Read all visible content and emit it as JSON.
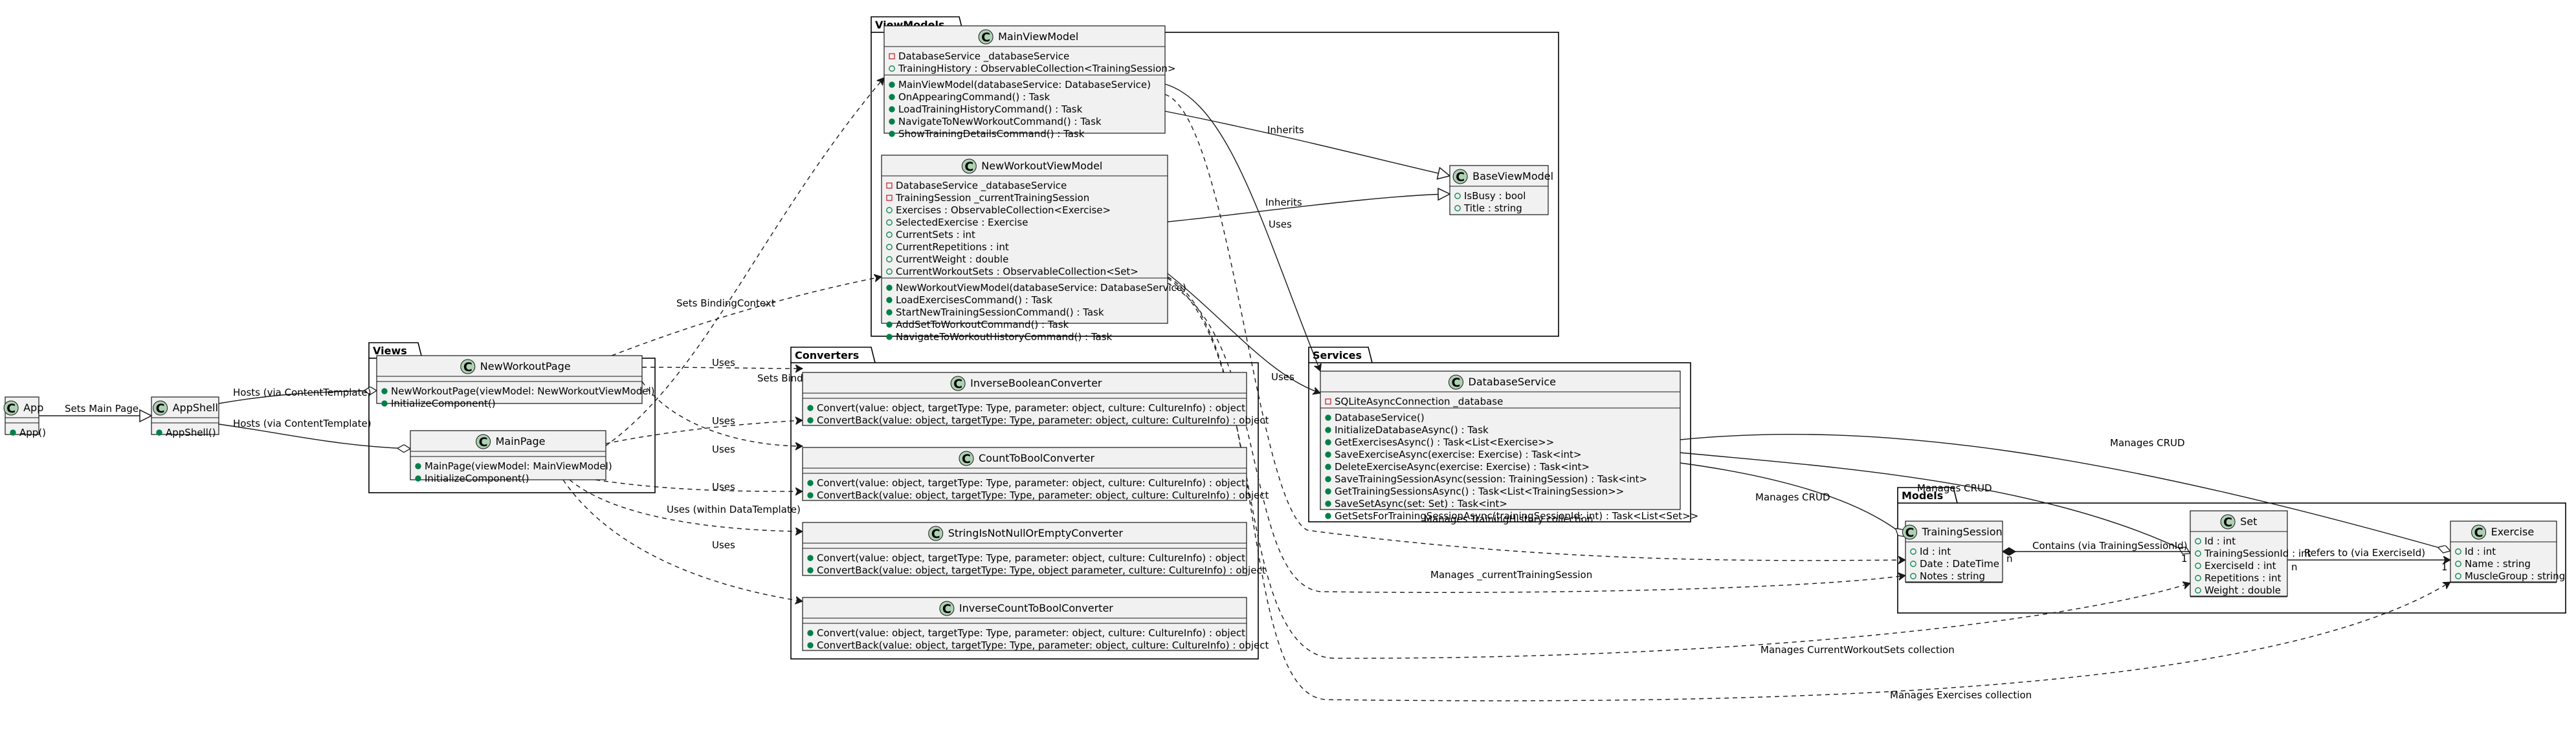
{
  "packages": [
    {
      "id": "viewmodels",
      "name": "ViewModels"
    },
    {
      "id": "views",
      "name": "Views"
    },
    {
      "id": "converters",
      "name": "Converters"
    },
    {
      "id": "services",
      "name": "Services"
    },
    {
      "id": "models",
      "name": "Models"
    }
  ],
  "classes": [
    {
      "id": "App",
      "name": "App",
      "fields": [],
      "methods": [
        "App()"
      ]
    },
    {
      "id": "AppShell",
      "name": "AppShell",
      "fields": [],
      "methods": [
        "AppShell()"
      ]
    },
    {
      "id": "NewWorkoutPage",
      "name": "NewWorkoutPage",
      "fields": [],
      "methods": [
        "NewWorkoutPage(viewModel: NewWorkoutViewModel)",
        "InitializeComponent()"
      ]
    },
    {
      "id": "MainPage",
      "name": "MainPage",
      "fields": [],
      "methods": [
        "MainPage(viewModel: MainViewModel)",
        "InitializeComponent()"
      ]
    },
    {
      "id": "MainViewModel",
      "name": "MainViewModel",
      "fields": [
        "DatabaseService _databaseService",
        "TrainingHistory : ObservableCollection<TrainingSession>"
      ],
      "field_vis": [
        "private",
        "public"
      ],
      "methods": [
        "MainViewModel(databaseService: DatabaseService)",
        "OnAppearingCommand() : Task",
        "LoadTrainingHistoryCommand() : Task",
        "NavigateToNewWorkoutCommand() : Task",
        "ShowTrainingDetailsCommand() : Task"
      ]
    },
    {
      "id": "NewWorkoutViewModel",
      "name": "NewWorkoutViewModel",
      "fields": [
        "DatabaseService _databaseService",
        "TrainingSession _currentTrainingSession",
        "Exercises : ObservableCollection<Exercise>",
        "SelectedExercise : Exercise",
        "CurrentSets : int",
        "CurrentRepetitions : int",
        "CurrentWeight : double",
        "CurrentWorkoutSets : ObservableCollection<Set>"
      ],
      "field_vis": [
        "private",
        "private",
        "public",
        "public",
        "public",
        "public",
        "public",
        "public"
      ],
      "methods": [
        "NewWorkoutViewModel(databaseService: DatabaseService)",
        "LoadExercisesCommand() : Task",
        "StartNewTrainingSessionCommand() : Task",
        "AddSetToWorkoutCommand() : Task",
        "NavigateToWorkoutHistoryCommand() : Task"
      ]
    },
    {
      "id": "BaseViewModel",
      "name": "BaseViewModel",
      "fields": [
        "IsBusy : bool",
        "Title : string"
      ],
      "field_vis": [
        "public",
        "public"
      ],
      "methods": []
    },
    {
      "id": "InverseBooleanConverter",
      "name": "InverseBooleanConverter",
      "fields": [],
      "methods": [
        "Convert(value: object, targetType: Type, parameter: object, culture: CultureInfo) : object",
        "ConvertBack(value: object, targetType: Type, parameter: object, culture: CultureInfo) : object"
      ]
    },
    {
      "id": "CountToBoolConverter",
      "name": "CountToBoolConverter",
      "fields": [],
      "methods": [
        "Convert(value: object, targetType: Type, parameter: object, culture: CultureInfo) : object",
        "ConvertBack(value: object, targetType: Type, parameter: object, culture: CultureInfo) : object"
      ]
    },
    {
      "id": "StringIsNotNullOrEmptyConverter",
      "name": "StringIsNotNullOrEmptyConverter",
      "fields": [],
      "methods": [
        "Convert(value: object, targetType: Type, parameter: object, culture: CultureInfo) : object",
        "ConvertBack(value: object, targetType: Type, object parameter, culture: CultureInfo) : object"
      ]
    },
    {
      "id": "InverseCountToBoolConverter",
      "name": "InverseCountToBoolConverter",
      "fields": [],
      "methods": [
        "Convert(value: object, targetType: Type, parameter: object, culture: CultureInfo) : object",
        "ConvertBack(value: object, targetType: Type, parameter: object, culture: CultureInfo) : object"
      ]
    },
    {
      "id": "DatabaseService",
      "name": "DatabaseService",
      "fields": [
        "SQLiteAsyncConnection _database"
      ],
      "field_vis": [
        "private"
      ],
      "methods": [
        "DatabaseService()",
        "InitializeDatabaseAsync() : Task",
        "GetExercisesAsync() : Task<List<Exercise>>",
        "SaveExerciseAsync(exercise: Exercise) : Task<int>",
        "DeleteExerciseAsync(exercise: Exercise) : Task<int>",
        "SaveTrainingSessionAsync(session: TrainingSession) : Task<int>",
        "GetTrainingSessionsAsync() : Task<List<TrainingSession>>",
        "SaveSetAsync(set: Set) : Task<int>",
        "GetSetsForTrainingSessionAsync(trainingSessionId: int) : Task<List<Set>>"
      ]
    },
    {
      "id": "TrainingSession",
      "name": "TrainingSession",
      "fields": [
        "Id : int",
        "Date : DateTime",
        "Notes : string"
      ],
      "field_vis": [
        "public",
        "public",
        "public"
      ],
      "methods": []
    },
    {
      "id": "Set",
      "name": "Set",
      "fields": [
        "Id : int",
        "TrainingSessionId : int",
        "ExerciseId : int",
        "Repetitions : int",
        "Weight : double"
      ],
      "field_vis": [
        "public",
        "public",
        "public",
        "public",
        "public"
      ],
      "methods": []
    },
    {
      "id": "Exercise",
      "name": "Exercise",
      "fields": [
        "Id : int",
        "Name : string",
        "MuscleGroup : string"
      ],
      "field_vis": [
        "public",
        "public",
        "public"
      ],
      "methods": []
    }
  ],
  "relations": [
    {
      "id": "r1",
      "label": "Sets Main Page",
      "from": "App",
      "to": "AppShell",
      "kind": "inheritance"
    },
    {
      "id": "r2",
      "label": "Hosts (via ContentTemplate)",
      "from": "AppShell",
      "to": "NewWorkoutPage",
      "kind": "aggregation"
    },
    {
      "id": "r3",
      "label": "Hosts (via ContentTemplate)",
      "from": "AppShell",
      "to": "MainPage",
      "kind": "aggregation"
    },
    {
      "id": "r4",
      "label": "Sets BindingContext",
      "from": "NewWorkoutPage",
      "to": "NewWorkoutViewModel",
      "kind": "dependency"
    },
    {
      "id": "r5",
      "label": "Sets BindingContext",
      "from": "MainPage",
      "to": "MainViewModel",
      "kind": "dependency"
    },
    {
      "id": "r6",
      "label": "Uses",
      "from": "NewWorkoutPage",
      "to": "InverseBooleanConverter",
      "kind": "dependency"
    },
    {
      "id": "r7",
      "label": "Uses",
      "from": "NewWorkoutPage",
      "to": "CountToBoolConverter",
      "kind": "dependency"
    },
    {
      "id": "r8",
      "label": "Uses",
      "from": "MainPage",
      "to": "InverseBooleanConverter",
      "kind": "dependency"
    },
    {
      "id": "r9",
      "label": "Uses",
      "from": "MainPage",
      "to": "CountToBoolConverter",
      "kind": "dependency"
    },
    {
      "id": "r10",
      "label": "Uses (within DataTemplate)",
      "from": "MainPage",
      "to": "StringIsNotNullOrEmptyConverter",
      "kind": "dependency"
    },
    {
      "id": "r11",
      "label": "Uses",
      "from": "MainPage",
      "to": "InverseCountToBoolConverter",
      "kind": "dependency"
    },
    {
      "id": "r12",
      "label": "Inherits",
      "from": "MainViewModel",
      "to": "BaseViewModel",
      "kind": "inheritance"
    },
    {
      "id": "r13",
      "label": "Inherits",
      "from": "NewWorkoutViewModel",
      "to": "BaseViewModel",
      "kind": "inheritance"
    },
    {
      "id": "r14",
      "label": "Uses",
      "from": "MainViewModel",
      "to": "DatabaseService",
      "kind": "association"
    },
    {
      "id": "r15",
      "label": "Uses",
      "from": "NewWorkoutViewModel",
      "to": "DatabaseService",
      "kind": "association"
    },
    {
      "id": "r16",
      "label": "Manages TrainingHistory collection",
      "from": "MainViewModel",
      "to": "TrainingSession",
      "kind": "dependency"
    },
    {
      "id": "r17",
      "label": "Manages _currentTrainingSession",
      "from": "NewWorkoutViewModel",
      "to": "TrainingSession",
      "kind": "dependency"
    },
    {
      "id": "r18",
      "label": "Manages CurrentWorkoutSets collection",
      "from": "NewWorkoutViewModel",
      "to": "Set",
      "kind": "dependency"
    },
    {
      "id": "r19",
      "label": "Manages Exercises collection",
      "from": "NewWorkoutViewModel",
      "to": "Exercise",
      "kind": "dependency"
    },
    {
      "id": "r20",
      "label": "Manages CRUD",
      "from": "DatabaseService",
      "to": "TrainingSession",
      "kind": "aggregation"
    },
    {
      "id": "r21",
      "label": "Manages CRUD",
      "from": "DatabaseService",
      "to": "Set",
      "kind": "aggregation"
    },
    {
      "id": "r22",
      "label": "Manages CRUD",
      "from": "DatabaseService",
      "to": "Exercise",
      "kind": "aggregation"
    },
    {
      "id": "r23",
      "label": "Contains (via TrainingSessionId)",
      "from": "TrainingSession",
      "to": "Set",
      "kind": "composition",
      "mult_from": "1",
      "mult_to": "n"
    },
    {
      "id": "r24",
      "label": "Refers to (via ExerciseId)",
      "from": "Set",
      "to": "Exercise",
      "kind": "association",
      "mult_from": "n",
      "mult_to": "1"
    }
  ],
  "colors": {
    "class_fill": "#f1f1f1",
    "class_border": "#181818",
    "badge_fill": "#add1b2",
    "line": "#181818",
    "private_vis": "#c82930",
    "public_vis": "#038048",
    "pkg_border": "#000000"
  }
}
